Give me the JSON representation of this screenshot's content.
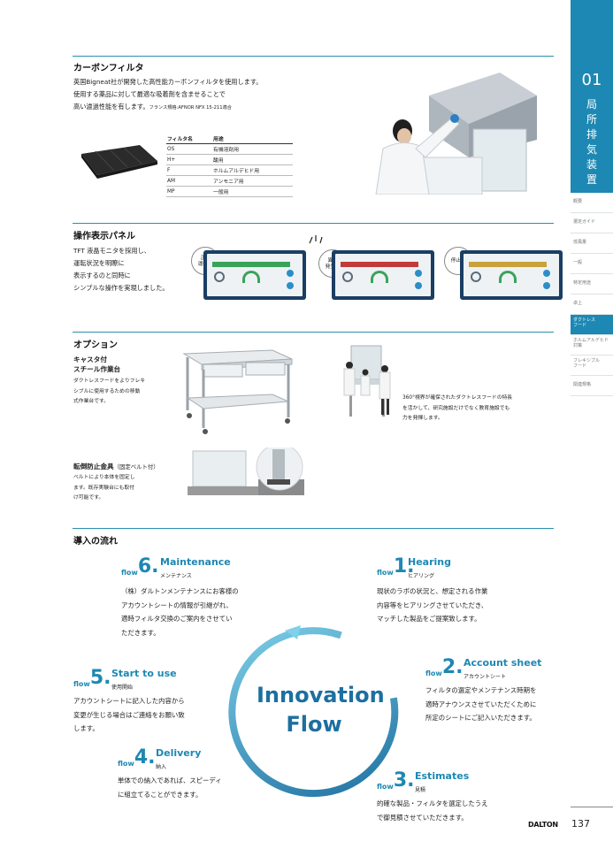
{
  "side": {
    "number": "01",
    "title_chars": [
      "局",
      "所",
      "排",
      "気",
      "装",
      "置"
    ],
    "menu": [
      {
        "label": "概要",
        "active": false
      },
      {
        "label": "選定ガイド",
        "active": false
      },
      {
        "label": "低風量",
        "active": false
      },
      {
        "label": "一般",
        "active": false
      },
      {
        "label": "特定用途",
        "active": false
      },
      {
        "label": "卓上",
        "active": false
      },
      {
        "label": "ダクトレス\nフード",
        "active": true
      },
      {
        "label": "ホルムアルデヒド\n対策",
        "active": false
      },
      {
        "label": "フレキシブル\nフード",
        "active": false
      },
      {
        "label": "関連規格",
        "active": false
      }
    ]
  },
  "carbon": {
    "title": "カーボンフィルタ",
    "line1": "英国Bigneat社が開発した高性能カーボンフィルタを使用します。",
    "line2": "使用する薬品に対して最適な吸着剤を含ませることで",
    "line3": "高い濾過性能を有します。",
    "note": "フランス規格:AFNOR NFX 15-211適合",
    "table_headers": [
      "フィルタ名",
      "用途"
    ],
    "table_rows": [
      [
        "OS",
        "有機溶剤用"
      ],
      [
        "H+",
        "酸用"
      ],
      [
        "F",
        "ホルムアルデヒド用"
      ],
      [
        "AM",
        "アンモニア用"
      ],
      [
        "MP",
        "一般用"
      ]
    ]
  },
  "panel": {
    "title": "操作表示パネル",
    "lines": [
      "TFT 液晶モニタを採用し、",
      "運転状況を明瞭に",
      "表示するのと同時に",
      "シンプルな操作を実現しました。"
    ],
    "states": [
      {
        "label1": "正常",
        "label2": "運転中",
        "bar_color": "#3aa35a"
      },
      {
        "label1": "異常",
        "label2": "発生中",
        "bar_color": "#c23a3a"
      },
      {
        "label1": "停止中",
        "label2": "",
        "bar_color": "#c9a23a"
      }
    ]
  },
  "option": {
    "title": "オプション",
    "caster_title1": "キャスタ付",
    "caster_title2": "スチール作業台",
    "caster_lines": [
      "ダクトレスフードをよりフレキ",
      "シブルに使用するための移動",
      "式作業台です。"
    ],
    "caption_lines": [
      "360°視界が確保されたダクトレスフードの特長",
      "を活かして、研究施設だけでなく教育施設でも",
      "力を発揮します。"
    ],
    "anti_title": "転倒防止金具",
    "anti_sub": "（固定ベルト付）",
    "anti_lines": [
      "ベルトにより本体を固定し",
      "ます。既存実験台にも取付",
      "け可能です。"
    ]
  },
  "intro": {
    "title": "導入の流れ",
    "center_line1": "Innovation",
    "center_line2": "Flow",
    "flow_word": "flow",
    "steps": [
      {
        "num": "6.",
        "en": "Maintenance",
        "jp": "メンテナンス",
        "lines": [
          "（株）ダルトンメンテナンスにお客様の",
          "アカウントシートの情報が引継がれ、",
          "適時フィルタ交換のご案内をさせてい",
          "ただきます。"
        ]
      },
      {
        "num": "1.",
        "en": "Hearing",
        "jp": "ヒアリング",
        "lines": [
          "現状のラボの状況と、想定される作業",
          "内容等をヒアリングさせていただき、",
          "マッチした製品をご提案致します。"
        ]
      },
      {
        "num": "2.",
        "en": "Account sheet",
        "jp": "アカウントシート",
        "lines": [
          "フィルタの選定やメンテナンス時期を",
          "適時アナウンスさせていただくために",
          "所定のシートにご記入いただきます。"
        ]
      },
      {
        "num": "5.",
        "en": "Start to use",
        "jp": "使用開始",
        "lines": [
          "アカウントシートに記入した内容から",
          "変更が生じる場合はご連絡をお願い致",
          "します。"
        ]
      },
      {
        "num": "4.",
        "en": "Delivery",
        "jp": "納入",
        "lines": [
          "単体での納入であれば、スピーディ",
          "に組立てることができます。"
        ]
      },
      {
        "num": "3.",
        "en": "Estimates",
        "jp": "見積",
        "lines": [
          "的確な製品・フィルタを選定したうえ",
          "で御見積させていただきます。"
        ]
      }
    ]
  },
  "footer": {
    "logo": "DALTON",
    "page": "137"
  }
}
